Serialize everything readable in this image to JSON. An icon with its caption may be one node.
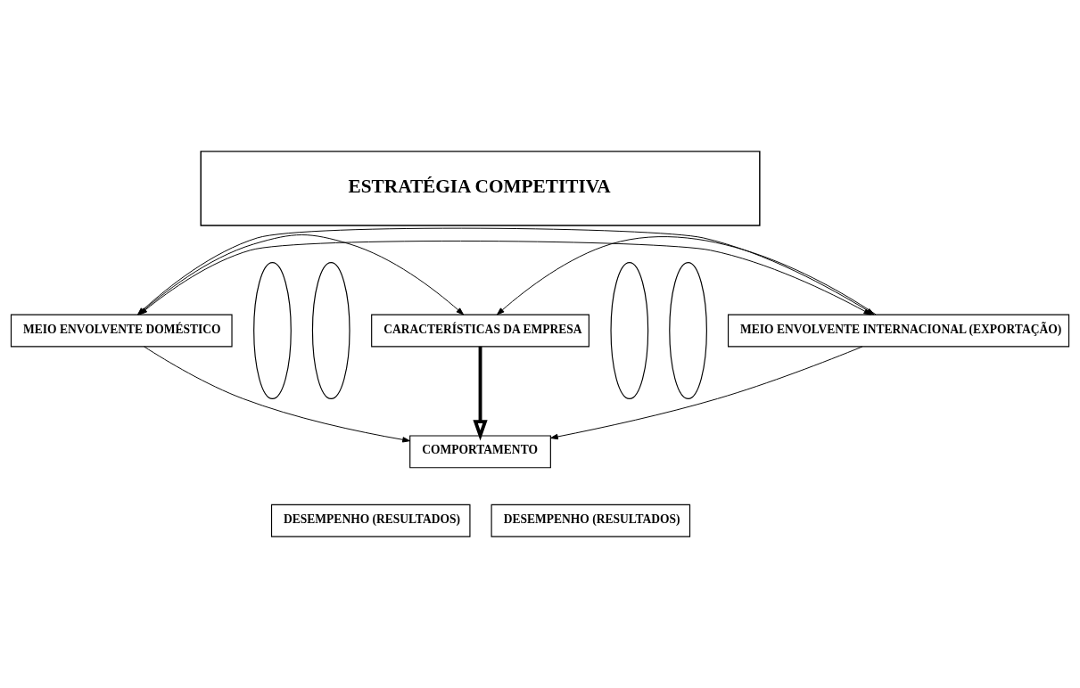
{
  "diagram": {
    "nodes": [
      {
        "text": [
          "ESTRATÉGIA COMPETITIVA"
        ]
      },
      {
        "text": [
          "CARACTERÍSTICAS DA EMPRESA"
        ]
      },
      {
        "text": [
          "MEIO ENVOLVENTE DOMÉSTICO"
        ]
      },
      {
        "text": [
          "MEIO ENVOLVENTE INTERNACIONAL (EXPORTAÇÃO)"
        ]
      },
      {
        "text": [
          "COMPORTAMENTO"
        ]
      },
      {
        "text": [
          "DESEMPENHO (RESULTADOS)"
        ]
      },
      {
        "text": [
          "DESEMPENHO (RESULTADOS)"
        ]
      },
      {
        "text": [],
        "shape": "ellipse"
      },
      {
        "text": [],
        "shape": "ellipse"
      },
      {
        "text": [],
        "shape": "ellipse"
      },
      {
        "text": [],
        "shape": "ellipse"
      }
    ],
    "edges": [
      {
        "from": 2,
        "to": 1,
        "arrow": "to"
      },
      {
        "from": 2,
        "to": 3,
        "arrow": "both"
      },
      {
        "from": 3,
        "to": 1,
        "arrow": "to"
      },
      {
        "from": 1,
        "to": 4,
        "arrow": "to",
        "style": "thick"
      },
      {
        "from": 2,
        "to": 3,
        "arrow": "both"
      },
      {
        "from": 2,
        "to": 4,
        "arrow": "to"
      },
      {
        "from": 3,
        "to": 4,
        "arrow": "to"
      }
    ]
  }
}
